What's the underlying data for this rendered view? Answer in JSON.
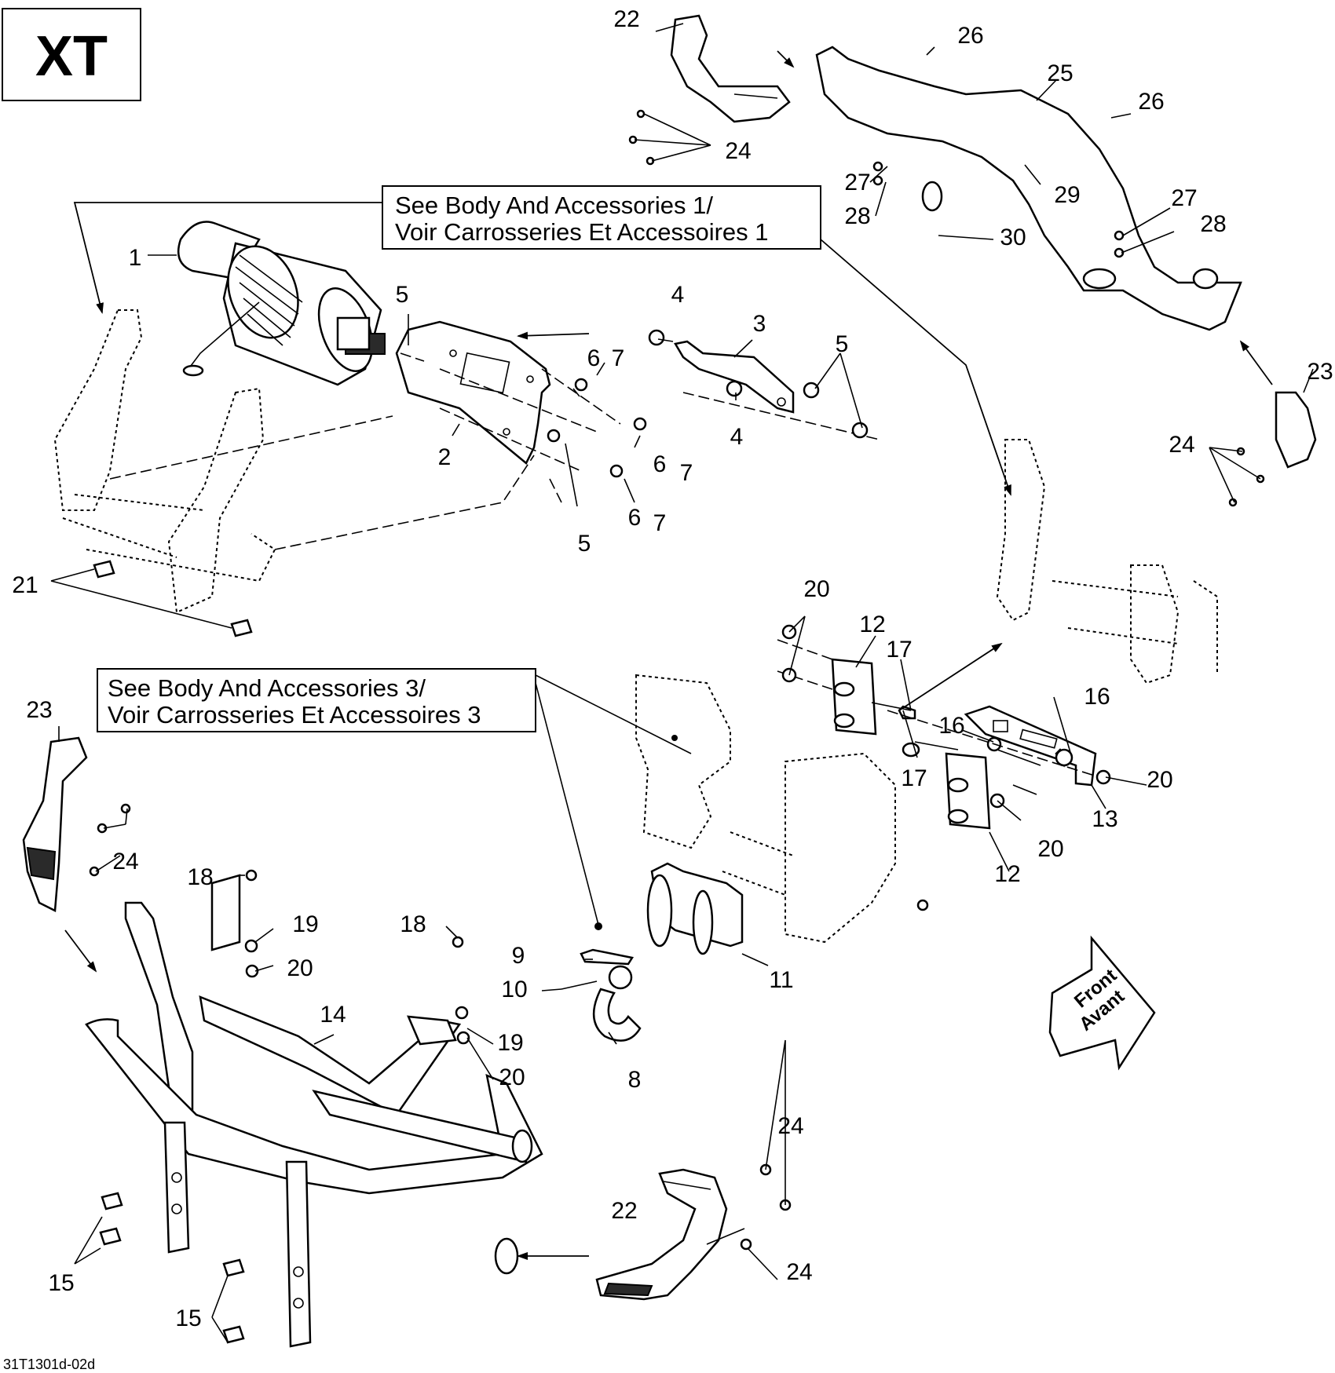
{
  "model_box": {
    "label": "XT"
  },
  "notes": [
    {
      "line1": "See Body And Accessories 1/",
      "line2": "Voir Carrosseries Et Accessoires 1"
    },
    {
      "line1": "See Body And Accessories 3/",
      "line2": "Voir Carrosseries Et Accessoires 3"
    }
  ],
  "front_arrow": {
    "line1": "Front",
    "line2": "Avant"
  },
  "drawing_code": "31T1301d-02d",
  "callouts": [
    "1",
    "2",
    "3",
    "4",
    "4",
    "5",
    "5",
    "5",
    "6",
    "6",
    "6",
    "7",
    "7",
    "7",
    "8",
    "9",
    "10",
    "11",
    "12",
    "12",
    "13",
    "14",
    "15",
    "15",
    "16",
    "16",
    "17",
    "17",
    "18",
    "18",
    "19",
    "19",
    "20",
    "20",
    "20",
    "20",
    "20",
    "21",
    "22",
    "22",
    "23",
    "23",
    "24",
    "24",
    "24",
    "24",
    "24",
    "25",
    "26",
    "26",
    "27",
    "27",
    "28",
    "28",
    "29",
    "30"
  ]
}
